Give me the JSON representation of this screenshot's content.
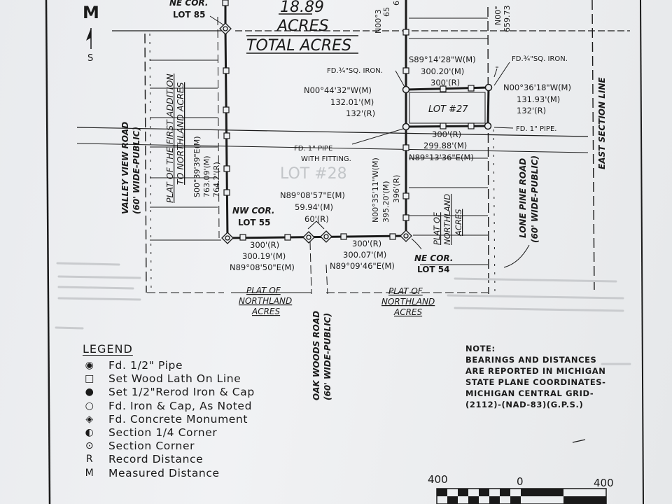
{
  "north_arrow": {
    "top_letter": "M",
    "bottom_letter": "S"
  },
  "header": {
    "acreage": "18.89",
    "acres": "ACRES",
    "total_acres": "TOTAL ACRES"
  },
  "top_cut": {
    "a": "N00°3",
    "b": "65",
    "c": "6",
    "d": "N00°",
    "e": "659.73"
  },
  "corners": {
    "ne_lot85": [
      "NE COR.",
      "LOT 85"
    ],
    "nw_lot55": [
      "NW COR.",
      "LOT 55"
    ],
    "ne_lot54": [
      "NE COR.",
      "LOT 54"
    ]
  },
  "roads": {
    "valley_view": [
      "VALLEY VIEW ROAD",
      "(60' WIDE-PUBLIC)"
    ],
    "lone_pine": [
      "LONE PINE ROAD",
      "(60' WIDE-PUBLIC)"
    ],
    "oak_woods": [
      "OAK WOODS ROAD",
      "(60' WIDE-PUBLIC)"
    ],
    "east_section": "EAST SECTION LINE"
  },
  "plats": {
    "first_addition": [
      "PLAT OF THE FIRST ADDITION",
      "TO NORTHLAND ACRES"
    ],
    "northland_bottom_left": [
      "PLAT OF",
      "NORTHLAND",
      "ACRES"
    ],
    "northland_bottom_right": [
      "PLAT OF",
      "NORTHLAND",
      "ACRES"
    ],
    "northland_right": [
      "PLAT OF",
      "NORTHLAND",
      "ACRES"
    ]
  },
  "lot27": "LOT #27",
  "faint_lot": "LOT #28",
  "dims": {
    "west_line": [
      "S00°39'39\"E(M)",
      "763.09'(M)",
      "764.2'(R)"
    ],
    "lot27_north": [
      "S89°14'28\"W(M)",
      "300.20'(M)",
      "300'(R)"
    ],
    "lot27_west": [
      "N00°44'32\"W(M)",
      "132.01'(M)",
      "132'(R)"
    ],
    "lot27_east": [
      "N00°36'18\"W(M)",
      "131.93'(M)",
      "132'(R)"
    ],
    "lot27_south": [
      "300'(R)",
      "299.88'(M)",
      "N89°13'36\"E(M)"
    ],
    "oak_woods_crossing": [
      "N89°08'57\"E(M)",
      "59.94'(M)",
      "60'(R)"
    ],
    "east_line": [
      "N00°35'11\"W(M)",
      "395.20'(M)",
      "396'(R)"
    ],
    "south_west": [
      "300'(R)",
      "300.19'(M)",
      "N89°08'50\"E(M)"
    ],
    "south_east": [
      "300'(R)",
      "300.07'(M)",
      "N89°09'46\"E(M)"
    ]
  },
  "found": {
    "sq_iron_left": "FD.¾\"SQ. IRON.",
    "sq_iron_right": "FD.¾\"SQ. IRON.",
    "pipe_fitting": [
      "FD. 1\" PIPE",
      "WITH FITTING."
    ],
    "pipe_right": "FD. 1\" PIPE."
  },
  "legend": {
    "title": "LEGEND",
    "items": [
      {
        "symbol": "pipe-dot-icon",
        "glyph": "◉",
        "text": "Fd. 1/2\" Pipe"
      },
      {
        "symbol": "square-icon",
        "glyph": "□",
        "text": "Set Wood Lath On Line"
      },
      {
        "symbol": "filled-dot-icon",
        "glyph": "●",
        "text": "Set 1/2\"Rerod Iron & Cap"
      },
      {
        "symbol": "circle-icon",
        "glyph": "○",
        "text": "Fd. Iron & Cap, As Noted"
      },
      {
        "symbol": "diamond-circle-icon",
        "glyph": "◈",
        "text": "Fd. Concrete Monument"
      },
      {
        "symbol": "quarter-corner-icon",
        "glyph": "◐",
        "text": "Section 1/4 Corner"
      },
      {
        "symbol": "section-corner-icon",
        "glyph": "⊙",
        "text": "Section Corner"
      },
      {
        "symbol": "letter-r-icon",
        "glyph": "R",
        "text": "Record Distance"
      },
      {
        "symbol": "letter-m-icon",
        "glyph": "M",
        "text": "Measured Distance"
      }
    ]
  },
  "note": {
    "lines": [
      "NOTE:",
      "BEARINGS AND DISTANCES",
      "ARE REPORTED IN MICHIGAN",
      "STATE PLANE COORDINATES-",
      "MICHIGAN CENTRAL GRID-",
      "(2112)-(NAD-83)(G.P.S.)"
    ]
  },
  "scale": {
    "left": "400",
    "center": "0",
    "right": "400"
  },
  "colors": {
    "ink": "#1a1a1a",
    "paper": "#eceef0",
    "frame": "#7f8286"
  }
}
